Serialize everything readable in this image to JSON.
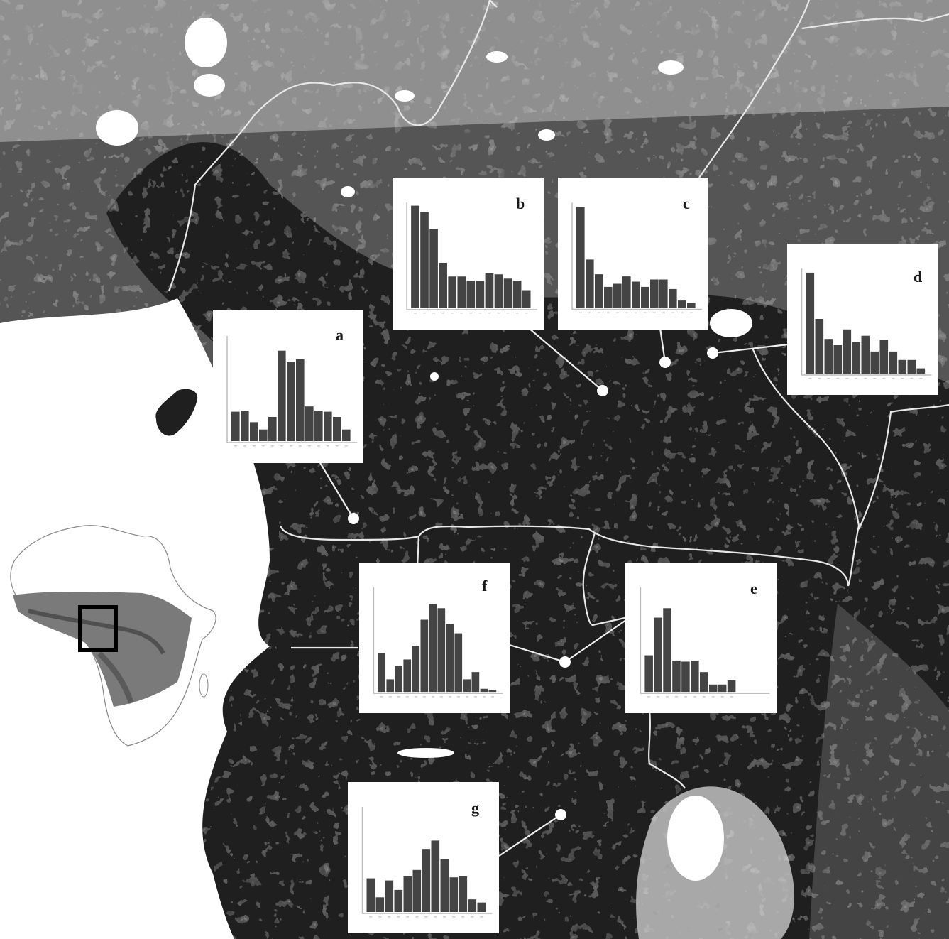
{
  "colors": {
    "forest": "#1f1f1f",
    "mosaic": "#555555",
    "savanna": "#8f8f8f",
    "sparse": "#bdbdbd",
    "bare": "#ffffff",
    "water": "#ffffff",
    "border": "#e8e8e8",
    "bar": "#444444"
  },
  "chart_data": [
    {
      "type": "bar",
      "label": "a",
      "values": [
        28,
        29,
        18,
        11,
        23,
        86,
        75,
        78,
        33,
        29,
        28,
        23,
        11
      ]
    },
    {
      "type": "bar",
      "label": "b",
      "values": [
        97,
        91,
        75,
        43,
        30,
        30,
        26,
        26,
        33,
        32,
        28,
        26,
        17
      ]
    },
    {
      "type": "bar",
      "label": "c",
      "values": [
        96,
        46,
        32,
        20,
        23,
        30,
        25,
        20,
        27,
        27,
        18,
        7,
        5
      ]
    },
    {
      "type": "bar",
      "label": "d",
      "values": [
        96,
        52,
        33,
        27,
        42,
        30,
        36,
        21,
        32,
        21,
        13,
        13,
        5
      ]
    },
    {
      "type": "bar",
      "label": "e",
      "values": [
        35,
        71,
        80,
        30,
        29,
        30,
        19,
        7,
        7,
        11
      ]
    },
    {
      "type": "bar",
      "label": "f",
      "values": [
        37,
        12,
        25,
        31,
        44,
        69,
        84,
        80,
        65,
        56,
        12,
        19,
        3,
        2
      ]
    },
    {
      "type": "bar",
      "label": "g",
      "values": [
        32,
        14,
        30,
        21,
        34,
        40,
        60,
        68,
        50,
        33,
        34,
        12,
        9
      ]
    }
  ]
}
